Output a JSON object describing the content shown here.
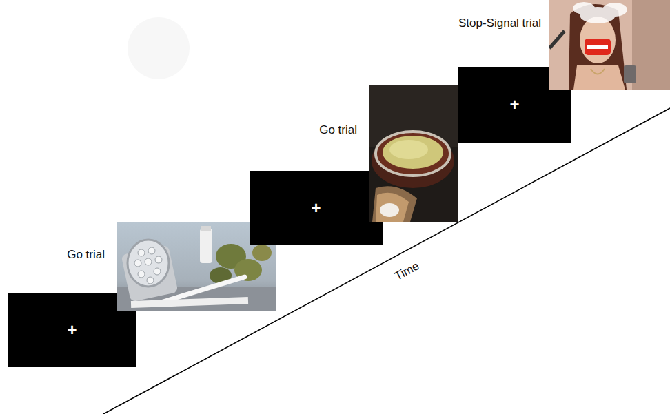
{
  "diagram": {
    "nodes": [
      {
        "text": [
          "+"
        ]
      },
      {
        "text": [
          "Go trial"
        ]
      },
      {
        "text": [
          "+"
        ]
      },
      {
        "text": [
          "Go trial"
        ]
      },
      {
        "text": [
          "+"
        ]
      },
      {
        "text": [
          "Stop-Signal trial"
        ]
      }
    ],
    "labels": [
      "Time"
    ]
  }
}
